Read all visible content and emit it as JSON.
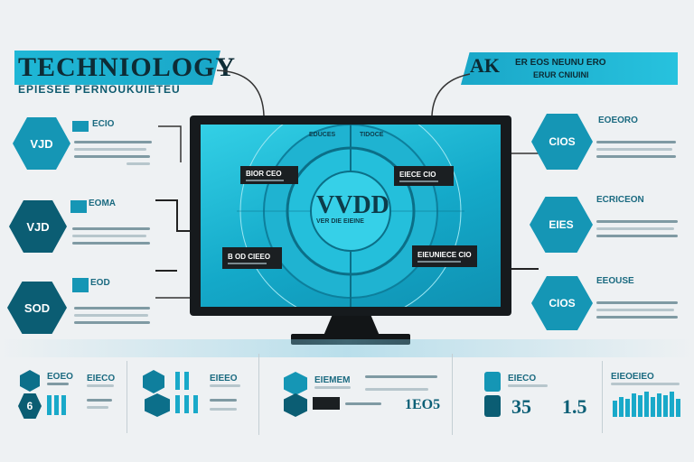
{
  "header": {
    "title": "TECHNIOLOGY",
    "subtitle": "EPIESEE PERNOUKUIETEU",
    "right_badge": "AK",
    "right_line1": "ER EOS NEUNU ERO",
    "right_line2": "ERUR CNIUINI"
  },
  "left_hexes": [
    {
      "label": "VJD",
      "heading": "ECIO",
      "lines": [
        "",
        "",
        ""
      ]
    },
    {
      "label": "VJD",
      "heading": "EOMA",
      "lines": [
        "",
        "",
        ""
      ]
    },
    {
      "label": "SOD",
      "heading": "EOD",
      "lines": [
        "",
        "",
        ""
      ]
    }
  ],
  "right_hexes": [
    {
      "label": "CIOS",
      "heading": "EOEORO",
      "lines": [
        "",
        "",
        ""
      ]
    },
    {
      "label": "EIES",
      "heading": "ECRICEON",
      "lines": [
        "",
        "",
        ""
      ]
    },
    {
      "label": "CIOS",
      "heading": "EEOUSE",
      "lines": [
        "",
        "",
        ""
      ]
    }
  ],
  "screen": {
    "center_title": "VVDD",
    "center_sub": "VER DIE EIEINE",
    "callout_tl": "BIOR CEO",
    "callout_tr": "EIECE CIO",
    "callout_bl": "B OD CIEEO",
    "callout_br": "EIEUNIECE CIO",
    "arc_label_1": "EDUCES",
    "arc_label_2": "TIDOCE"
  },
  "bottom": {
    "panel1_num": "6",
    "panel1_head": "EOEO",
    "panel1_head2": "EIECO",
    "panel2_head": "EIEEO",
    "panel3_head": "EIEMEM",
    "panel3_num": "1EO5",
    "panel4_head": "EIECO",
    "panel4_num": "35",
    "panel5_num": "1.5",
    "panel5_head": "EIEOEIEO"
  },
  "colors": {
    "teal": "#1596b5",
    "dark_teal": "#0b5d73",
    "accent": "#1fb7d6",
    "monitor": "#161a1d"
  }
}
